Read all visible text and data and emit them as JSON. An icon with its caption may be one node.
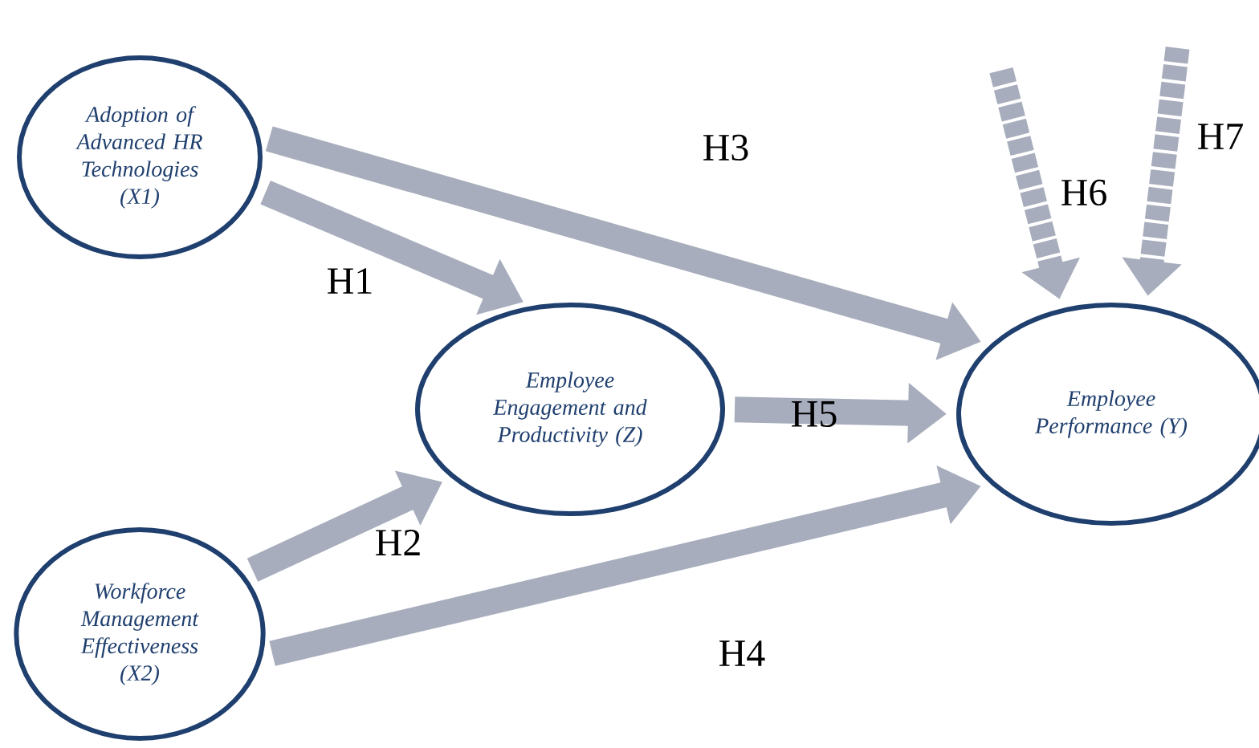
{
  "diagram": {
    "nodes": [
      {
        "text": [
          "Adoption of Advanced HR Technologies (X1)"
        ]
      },
      {
        "text": [
          "Employee Engagement and Productivity (Z)"
        ]
      },
      {
        "text": [
          "Workforce Management Effectiveness (X2)"
        ]
      },
      {
        "text": [
          "Employee Performance (Y)"
        ]
      }
    ],
    "edges": [
      {
        "from": 0,
        "to": 1,
        "arrow": "to",
        "label": "H1"
      },
      {
        "from": 2,
        "to": 1,
        "arrow": "to",
        "label": "H2"
      },
      {
        "from": 0,
        "to": 3,
        "arrow": "to",
        "label": "H3"
      },
      {
        "from": 2,
        "to": 3,
        "arrow": "to",
        "label": "H4"
      },
      {
        "from": 1,
        "to": 3,
        "arrow": "to",
        "label": "H5"
      },
      {
        "from": null,
        "to": 3,
        "arrow": "to",
        "label": "H6",
        "style": "dashed"
      },
      {
        "from": null,
        "to": 3,
        "arrow": "to",
        "label": "H7",
        "style": "dashed"
      }
    ]
  }
}
